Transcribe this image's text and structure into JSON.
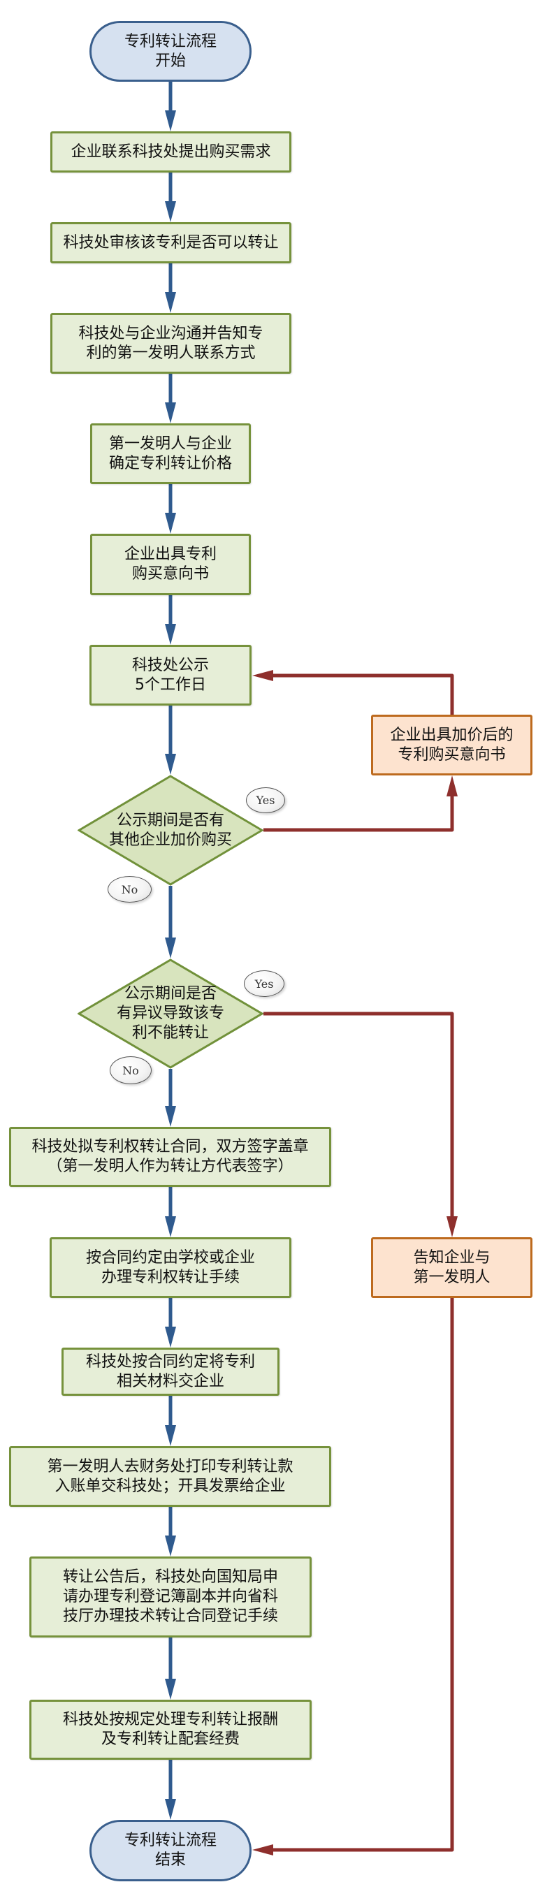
{
  "colors": {
    "terminal_fill": "#D6E1F0",
    "terminal_border": "#3A5F8D",
    "process_fill": "#E6EED7",
    "process_border": "#76923C",
    "decision_fill": "#D8E4BE",
    "decision_border": "#71913A",
    "alt_fill": "#FDE3CF",
    "alt_border": "#BD6A1E",
    "main_flow": "#2F5A8E",
    "alt_flow": "#8E2F2C"
  },
  "nodes": {
    "start": {
      "type": "terminal",
      "lines": [
        "专利转让流程",
        "开始"
      ]
    },
    "step1": {
      "type": "process",
      "lines": [
        "企业联系科技处提出购买需求"
      ]
    },
    "step2": {
      "type": "process",
      "lines": [
        "科技处审核该专利是否可以转让"
      ]
    },
    "step3": {
      "type": "process",
      "lines": [
        "科技处与企业沟通并告知专",
        "利的第一发明人联系方式"
      ]
    },
    "step4": {
      "type": "process",
      "lines": [
        "第一发明人与企业",
        "确定专利转让价格"
      ]
    },
    "step5": {
      "type": "process",
      "lines": [
        "企业出具专利",
        "购买意向书"
      ]
    },
    "step6": {
      "type": "process",
      "lines": [
        "科技处公示",
        "5个工作日"
      ]
    },
    "decision1": {
      "type": "decision",
      "lines": [
        "公示期间是否有",
        "其他企业加价购买"
      ],
      "yes_label": "Yes",
      "no_label": "No"
    },
    "raised_bid": {
      "type": "alternate",
      "lines": [
        "企业出具加价后的",
        "专利购买意向书"
      ]
    },
    "decision2": {
      "type": "decision",
      "lines": [
        "公示期间是否",
        "有异议导致该专",
        "利不能转让"
      ],
      "yes_label": "Yes",
      "no_label": "No"
    },
    "notify": {
      "type": "alternate",
      "lines": [
        "告知企业与",
        "第一发明人"
      ]
    },
    "step7": {
      "type": "process",
      "lines": [
        "科技处拟专利权转让合同，双方签字盖章",
        "（第一发明人作为转让方代表签字）"
      ]
    },
    "step8": {
      "type": "process",
      "lines": [
        "按合同约定由学校或企业",
        "办理专利权转让手续"
      ]
    },
    "step9": {
      "type": "process",
      "lines": [
        "科技处按合同约定将专利",
        "相关材料交企业"
      ]
    },
    "step10": {
      "type": "process",
      "lines": [
        "第一发明人去财务处打印专利转让款",
        "入账单交科技处；开具发票给企业"
      ]
    },
    "step11": {
      "type": "process",
      "lines": [
        "转让公告后，科技处向国知局申",
        "请办理专利登记簿副本并向省科",
        "技厅办理技术转让合同登记手续"
      ]
    },
    "step12": {
      "type": "process",
      "lines": [
        "科技处按规定处理专利转让报酬",
        "及专利转让配套经费"
      ]
    },
    "end": {
      "type": "terminal",
      "lines": [
        "专利转让流程",
        "结束"
      ]
    }
  },
  "edges": [
    {
      "from": "start",
      "to": "step1"
    },
    {
      "from": "step1",
      "to": "step2"
    },
    {
      "from": "step2",
      "to": "step3"
    },
    {
      "from": "step3",
      "to": "step4"
    },
    {
      "from": "step4",
      "to": "step5"
    },
    {
      "from": "step5",
      "to": "step6"
    },
    {
      "from": "step6",
      "to": "decision1"
    },
    {
      "from": "decision1",
      "to": "raised_bid",
      "label": "Yes"
    },
    {
      "from": "raised_bid",
      "to": "step6"
    },
    {
      "from": "decision1",
      "to": "decision2",
      "label": "No"
    },
    {
      "from": "decision2",
      "to": "notify",
      "label": "Yes"
    },
    {
      "from": "decision2",
      "to": "step7",
      "label": "No"
    },
    {
      "from": "step7",
      "to": "step8"
    },
    {
      "from": "step8",
      "to": "step9"
    },
    {
      "from": "step9",
      "to": "step10"
    },
    {
      "from": "step10",
      "to": "step11"
    },
    {
      "from": "step11",
      "to": "step12"
    },
    {
      "from": "step12",
      "to": "end"
    },
    {
      "from": "notify",
      "to": "end"
    }
  ]
}
